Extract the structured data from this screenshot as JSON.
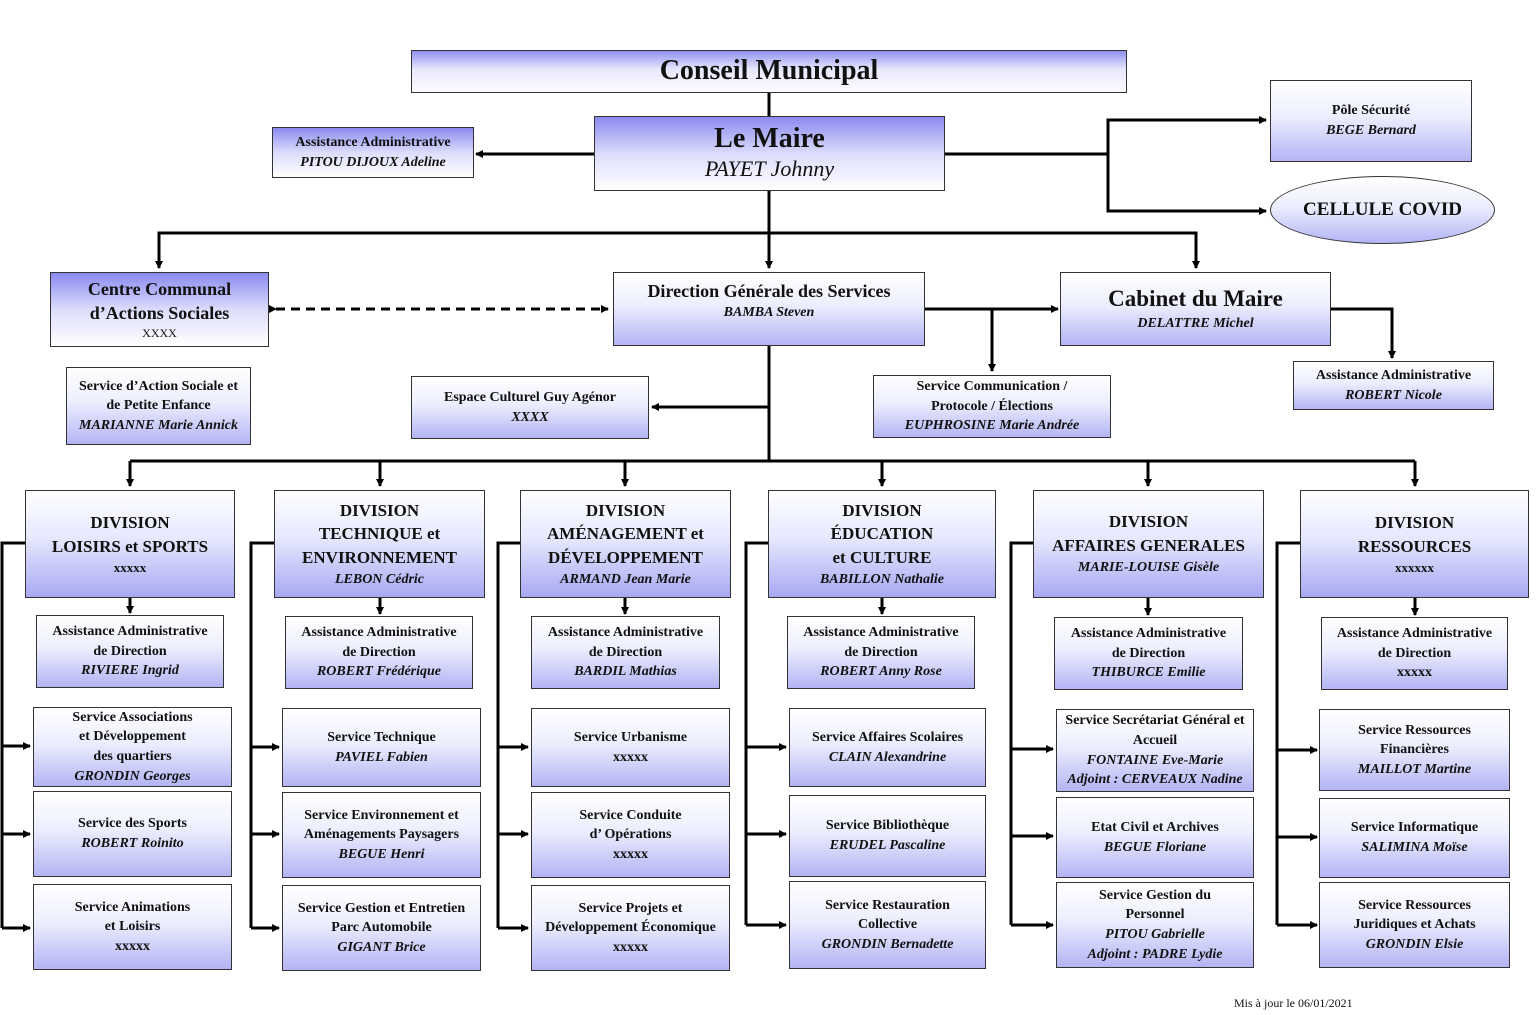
{
  "conseil": "Conseil Municipal",
  "maire": {
    "title": "Le Maire",
    "name": "PAYET Johnny"
  },
  "assist_maire": {
    "label": "Assistance Administrative",
    "name": "PITOU DIJOUX Adeline"
  },
  "pole_securite": {
    "label": "Pôle Sécurité",
    "name": "BEGE Bernard"
  },
  "cellule_covid": "CELLULE COVID",
  "ccas": {
    "line1": "Centre Communal",
    "line2": "d’Actions Sociales",
    "name": "XXXX"
  },
  "service_action_sociale": {
    "line1": "Service d’Action Sociale et",
    "line2": "de Petite Enfance",
    "name": "MARIANNE Marie Annick"
  },
  "dgs": {
    "title": "Direction Générale des Services",
    "name": "BAMBA Steven"
  },
  "cabinet": {
    "title": "Cabinet du Maire",
    "name": "DELATTRE Michel"
  },
  "assist_cabinet": {
    "label": "Assistance Administrative",
    "name": "ROBERT Nicole"
  },
  "espace_culturel": {
    "label": "Espace Culturel Guy Agénor",
    "name": "XXXX"
  },
  "service_comm": {
    "line1": "Service Communication /",
    "line2": "Protocole / Élections",
    "name": "EUPHROSINE Marie Andrée"
  },
  "divisions": [
    {
      "title": [
        "DIVISION",
        "LOISIRS et SPORTS",
        "xxxxx"
      ],
      "assist": [
        "Assistance Administrative",
        "de Direction",
        "RIVIERE Ingrid"
      ],
      "services": [
        [
          "Service Associations",
          "et Développement",
          "des quartiers",
          "GRONDIN Georges"
        ],
        [
          "Service des Sports",
          "ROBERT Roinito"
        ],
        [
          "Service Animations",
          "et Loisirs",
          "xxxxx"
        ]
      ]
    },
    {
      "title": [
        "DIVISION",
        "TECHNIQUE et",
        "ENVIRONNEMENT",
        "LEBON Cédric"
      ],
      "assist": [
        "Assistance Administrative",
        "de Direction",
        "ROBERT Frédérique"
      ],
      "services": [
        [
          "Service Technique",
          "PAVIEL Fabien"
        ],
        [
          "Service Environnement et",
          "Aménagements Paysagers",
          "BEGUE Henri"
        ],
        [
          "Service Gestion et Entretien",
          "Parc Automobile",
          "GIGANT Brice"
        ]
      ]
    },
    {
      "title": [
        "DIVISION",
        "AMÉNAGEMENT et",
        "DÉVELOPPEMENT",
        "ARMAND Jean Marie"
      ],
      "assist": [
        "Assistance Administrative",
        "de Direction",
        "BARDIL Mathias"
      ],
      "services": [
        [
          "Service Urbanisme",
          "xxxxx"
        ],
        [
          "Service Conduite",
          "d’ Opérations",
          "xxxxx"
        ],
        [
          "Service Projets et",
          "Développement Économique",
          "xxxxx"
        ]
      ]
    },
    {
      "title": [
        "DIVISION",
        "ÉDUCATION",
        "et CULTURE",
        "BABILLON Nathalie"
      ],
      "assist": [
        "Assistance Administrative",
        "de Direction",
        "ROBERT Anny Rose"
      ],
      "services": [
        [
          "Service Affaires Scolaires",
          "CLAIN Alexandrine"
        ],
        [
          "Service Bibliothèque",
          "ERUDEL Pascaline"
        ],
        [
          "Service Restauration",
          "Collective",
          "GRONDIN Bernadette"
        ]
      ]
    },
    {
      "title": [
        "DIVISION",
        "AFFAIRES GENERALES",
        "MARIE-LOUISE Gisèle"
      ],
      "assist": [
        "Assistance Administrative",
        "de Direction",
        "THIBURCE Emilie"
      ],
      "services": [
        [
          "Service Secrétariat Général et",
          "Accueil",
          "FONTAINE Eve-Marie",
          "Adjoint : CERVEAUX Nadine"
        ],
        [
          "Etat Civil et Archives",
          "BEGUE Floriane"
        ],
        [
          "Service Gestion du",
          "Personnel",
          "PITOU Gabrielle",
          "Adjoint : PADRE Lydie"
        ]
      ]
    },
    {
      "title": [
        "DIVISION",
        "RESSOURCES",
        "xxxxxx"
      ],
      "assist": [
        "Assistance Administrative",
        "de Direction",
        "xxxxx"
      ],
      "services": [
        [
          "Service Ressources",
          "Financières",
          "MAILLOT Martine"
        ],
        [
          "Service Informatique",
          "SALIMINA Moïse"
        ],
        [
          "Service Ressources",
          "Juridiques et Achats",
          "GRONDIN Elsie"
        ]
      ]
    }
  ],
  "footer": "Mis à jour le 06/01/2021"
}
